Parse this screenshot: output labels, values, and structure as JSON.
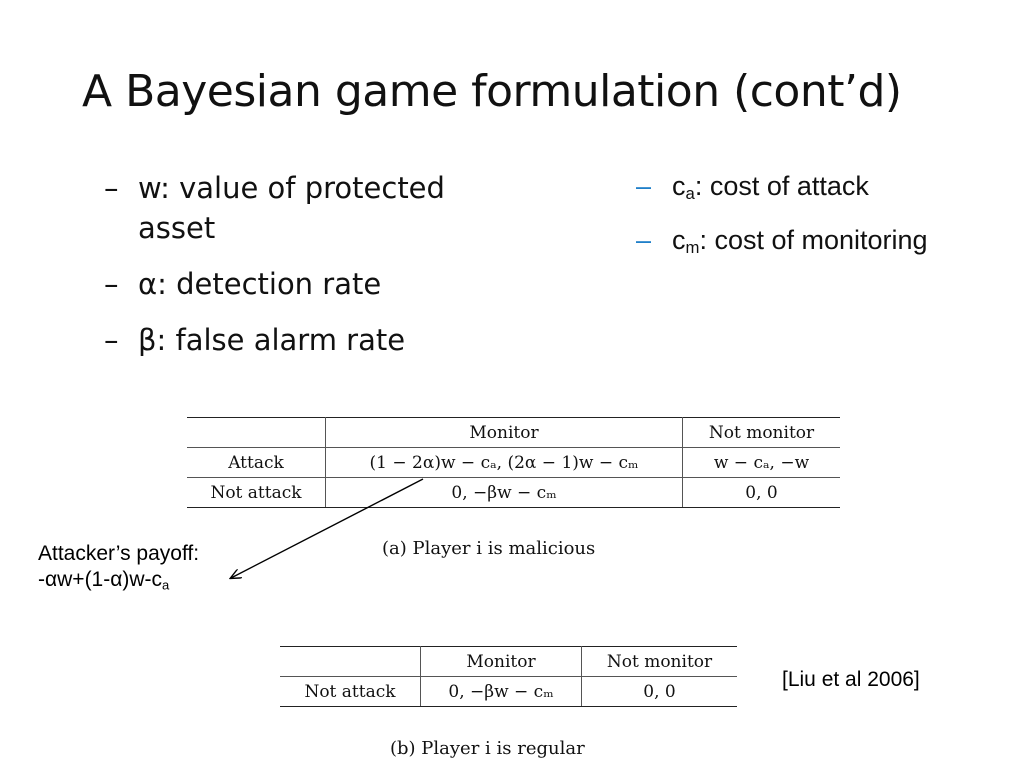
{
  "title": "A Bayesian game formulation (cont’d)",
  "left_bullets": [
    {
      "dash": "–",
      "text": "w: value of protected asset"
    },
    {
      "dash": "–",
      "text": "α: detection rate"
    },
    {
      "dash": "–",
      "text": "β: false alarm rate"
    }
  ],
  "right_bullets": [
    {
      "dash": "–",
      "base": "c",
      "sub": "a",
      "rest": ": cost of attack"
    },
    {
      "dash": "–",
      "base": "c",
      "sub": "m",
      "rest": ": cost of monitoring"
    }
  ],
  "table_malicious": {
    "headers": [
      "",
      "Monitor",
      "Not monitor"
    ],
    "rows": [
      [
        "Attack",
        "(1 − 2α)w − cₐ, (2α − 1)w − cₘ",
        "w − cₐ, −w"
      ],
      [
        "Not attack",
        "0, −βw − cₘ",
        "0, 0"
      ]
    ],
    "caption": "(a) Player i is malicious"
  },
  "table_regular": {
    "headers": [
      "",
      "Monitor",
      "Not monitor"
    ],
    "rows": [
      [
        "Not attack",
        "0, −βw − cₘ",
        "0, 0"
      ]
    ],
    "caption": "(b) Player i is regular"
  },
  "annotation": {
    "line1": "Attacker’s payoff:",
    "line2_main": "-αw+(1-α)w-c",
    "line2_sub": "a"
  },
  "citation": "[Liu et al 2006]",
  "colors": {
    "bullet_dash_right": "#1f7fc9",
    "text": "#111111"
  }
}
